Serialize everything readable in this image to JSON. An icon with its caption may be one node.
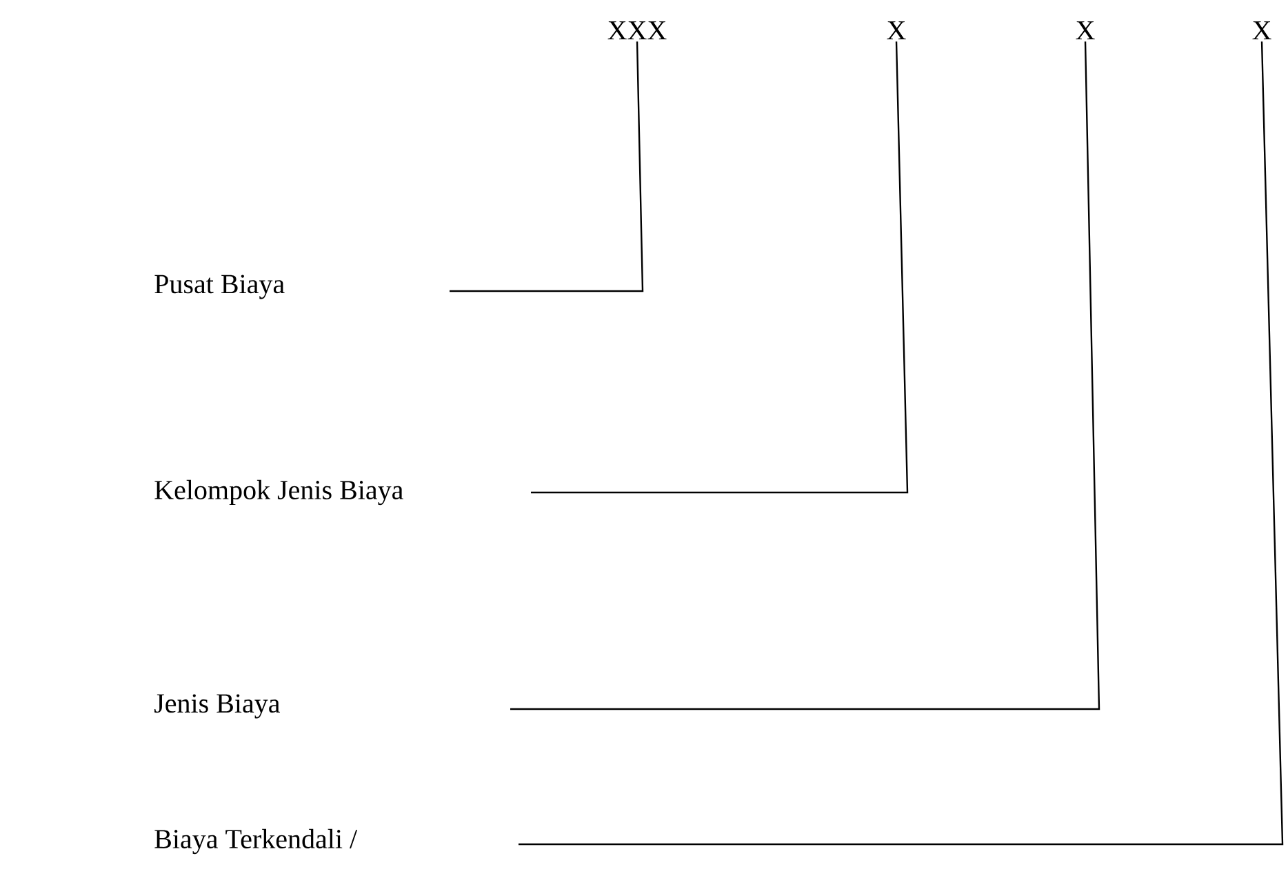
{
  "diagram": {
    "nodes": [
      {
        "text": [
          "XXX"
        ]
      },
      {
        "text": [
          "X"
        ]
      },
      {
        "text": [
          "X"
        ]
      },
      {
        "text": [
          "X"
        ]
      }
    ],
    "edges": [
      {
        "from": null,
        "to": 0,
        "arrow": "none"
      },
      {
        "from": null,
        "to": 1,
        "arrow": "none"
      },
      {
        "from": null,
        "to": 2,
        "arrow": "none"
      },
      {
        "from": null,
        "to": 3,
        "arrow": "none"
      }
    ],
    "labels": [
      "Pusat Biaya",
      "Kelompok Jenis Biaya",
      "Jenis Biaya",
      "Biaya Terkendali /"
    ]
  }
}
